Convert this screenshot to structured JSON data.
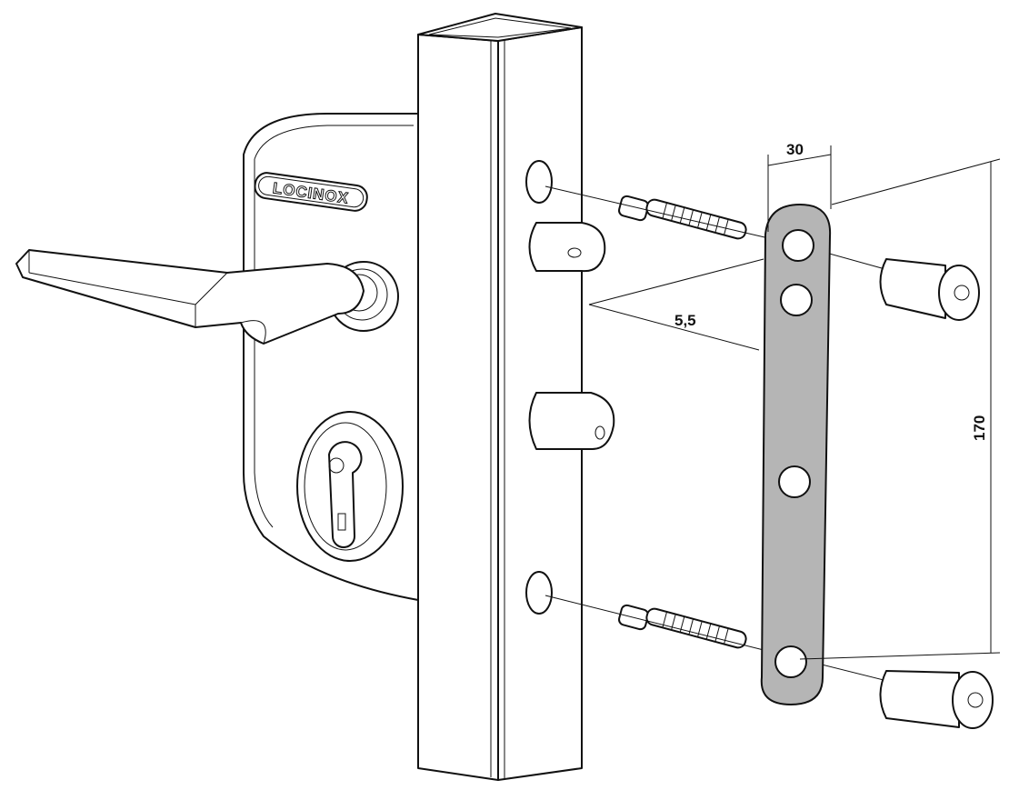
{
  "diagram": {
    "logo_text": "LOCINOX",
    "dimensions": {
      "plate_width": "30",
      "offset": "5,5",
      "hole_spacing": "170"
    },
    "colors": {
      "plate": "#b5b5b5",
      "line": "#111111"
    }
  }
}
